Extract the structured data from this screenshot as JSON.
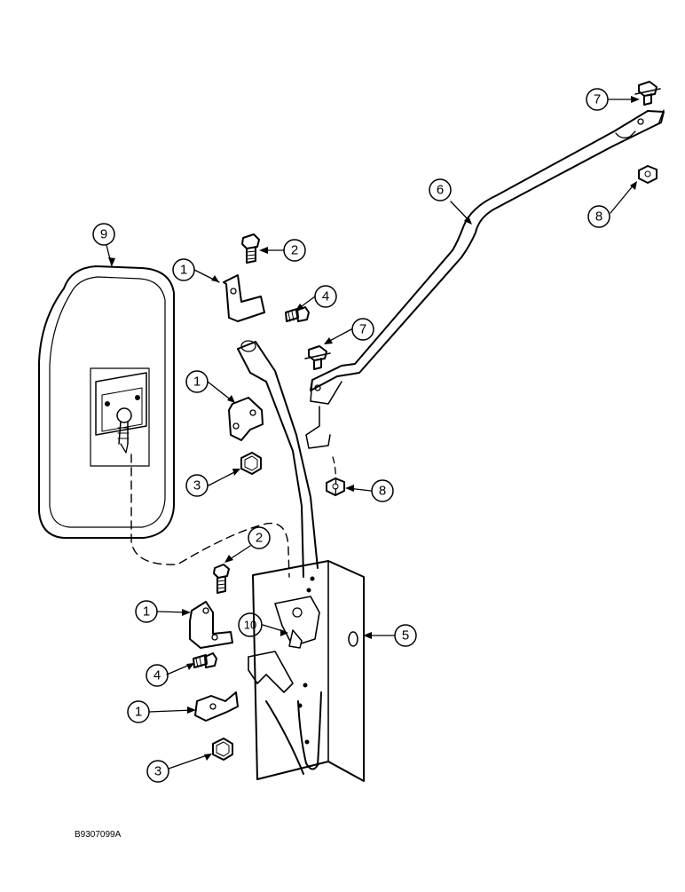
{
  "figure_id": "B9307099A",
  "callouts": [
    {
      "id": "c9",
      "label": "9",
      "part": "mirror-head"
    },
    {
      "id": "c1a",
      "label": "1",
      "part": "bracket"
    },
    {
      "id": "c2a",
      "label": "2",
      "part": "bolt"
    },
    {
      "id": "c4a",
      "label": "4",
      "part": "bolt"
    },
    {
      "id": "c1b",
      "label": "1",
      "part": "bracket"
    },
    {
      "id": "c3a",
      "label": "3",
      "part": "nut"
    },
    {
      "id": "c7a",
      "label": "7",
      "part": "flange-bolt"
    },
    {
      "id": "c8a",
      "label": "8",
      "part": "nut"
    },
    {
      "id": "c6",
      "label": "6",
      "part": "brace-arm"
    },
    {
      "id": "c7b",
      "label": "7",
      "part": "flange-bolt"
    },
    {
      "id": "c8b",
      "label": "8",
      "part": "nut"
    },
    {
      "id": "c2b",
      "label": "2",
      "part": "bolt"
    },
    {
      "id": "c1c",
      "label": "1",
      "part": "bracket"
    },
    {
      "id": "c10",
      "label": "10",
      "part": "mounting-hardware"
    },
    {
      "id": "c5",
      "label": "5",
      "part": "mounting-bracket"
    },
    {
      "id": "c4b",
      "label": "4",
      "part": "bolt"
    },
    {
      "id": "c1d",
      "label": "1",
      "part": "bracket"
    },
    {
      "id": "c3b",
      "label": "3",
      "part": "nut"
    }
  ]
}
